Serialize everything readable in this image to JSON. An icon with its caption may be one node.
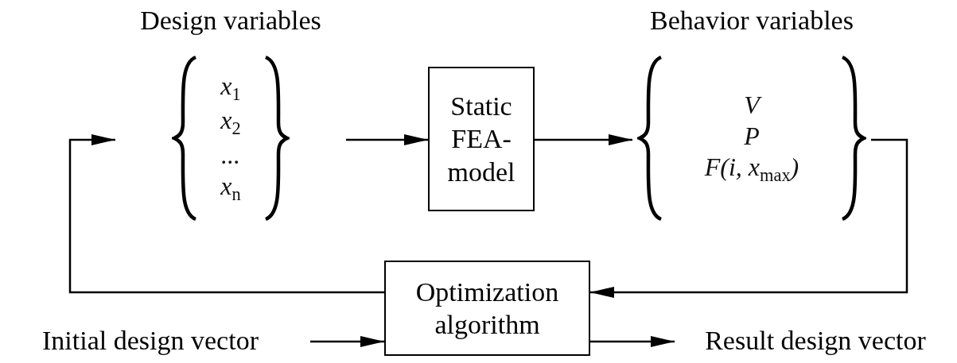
{
  "diagram": {
    "nodes": [
      {
        "text": [
          "Design variables",
          "x$_{1}$",
          "x$_{2}$",
          "...",
          "x$_{n}$"
        ]
      },
      {
        "text": [
          "Static FEA-model"
        ]
      },
      {
        "text": [
          "Behavior variables",
          "V",
          "P",
          "F(i, x$_{max}$)"
        ]
      },
      {
        "text": [
          "Optimization algorithm"
        ]
      },
      {
        "text": [
          "Initial design vector"
        ]
      },
      {
        "text": [
          "Result design vector"
        ]
      }
    ],
    "edges": [
      {
        "from": 0,
        "to": 1,
        "arrow": "to"
      },
      {
        "from": 1,
        "to": 2,
        "arrow": "to"
      },
      {
        "from": 2,
        "to": 3,
        "arrow": "to"
      },
      {
        "from": 3,
        "to": 0,
        "arrow": "to"
      },
      {
        "from": 4,
        "to": 3,
        "arrow": "to"
      },
      {
        "from": 3,
        "to": 5,
        "arrow": "to"
      }
    ]
  }
}
